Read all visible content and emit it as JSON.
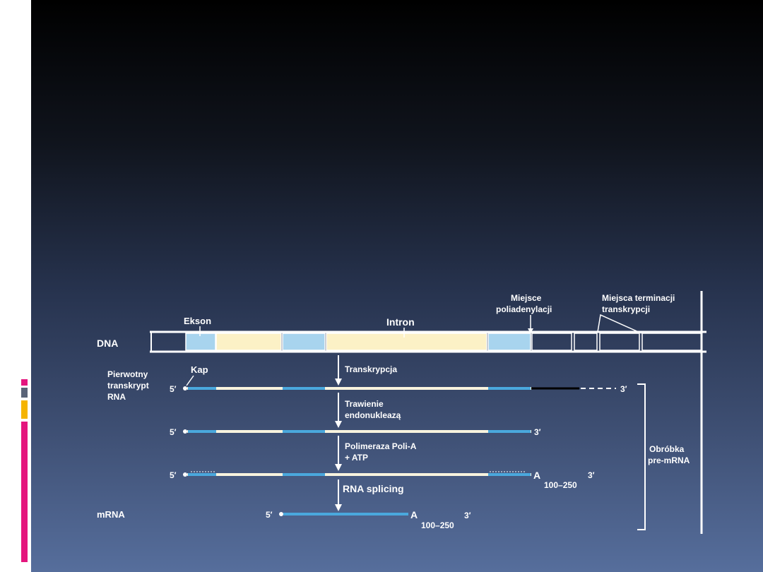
{
  "slide": {
    "background_top": "#000000",
    "background_bottom": "#566e9c",
    "accent_colors": [
      "#e4167e",
      "#5a6478",
      "#f5b400"
    ]
  },
  "diagram": {
    "colors": {
      "exon": "#a8d4ee",
      "intron": "#fcf1c6",
      "rna_exon": "#4aa8dd",
      "rna_intron": "#f8f3de",
      "line": "#ffffff"
    },
    "labels": {
      "dna": "DNA",
      "exon": "Ekson",
      "intron": "Intron",
      "polyA_site_line1": "Miejsce",
      "polyA_site_line2": "poliadenylacji",
      "termination_line1": "Miejsca terminacji",
      "termination_line2": "transkrypcji",
      "primary_line1": "Pierwotny",
      "primary_line2": "transkrypt",
      "primary_line3": "RNA",
      "cap": "Kap",
      "mrna": "mRNA",
      "five_prime": "5′",
      "three_prime": "3′",
      "poly_a": "A",
      "poly_a_range": "100–250",
      "processing_line1": "Obróbka",
      "processing_line2": "pre-mRNA"
    },
    "steps": [
      {
        "line1": "Transkrypcja",
        "line2": ""
      },
      {
        "line1": "Trawienie",
        "line2": "endonukleazą"
      },
      {
        "line1": "Polimeraza Poli-A",
        "line2": "+ ATP"
      },
      {
        "line1": "RNA splicing",
        "line2": ""
      }
    ]
  }
}
